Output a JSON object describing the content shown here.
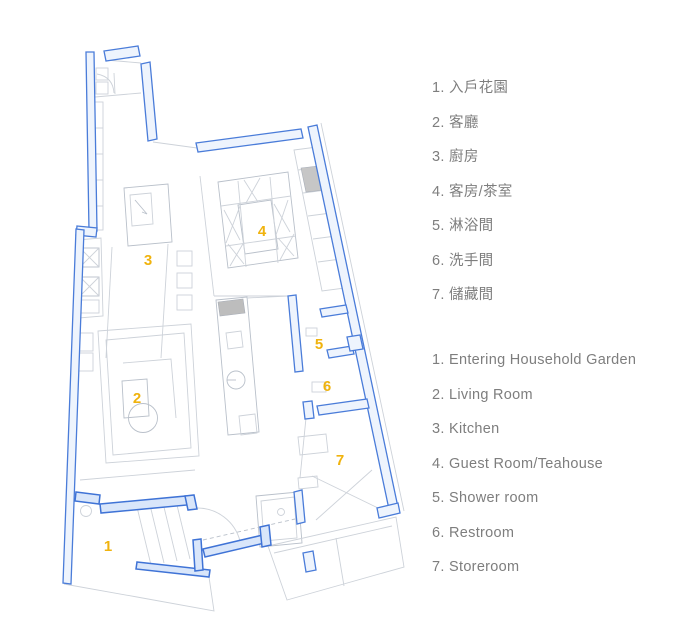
{
  "plan": {
    "rooms": [
      {
        "number": "1",
        "name_cn": "入戶花園",
        "name_en": "Entering Household Garden"
      },
      {
        "number": "2",
        "name_cn": "客廳",
        "name_en": "Living Room"
      },
      {
        "number": "3",
        "name_cn": "廚房",
        "name_en": "Kitchen"
      },
      {
        "number": "4",
        "name_cn": "客房/茶室",
        "name_en": "Guest Room/Teahouse"
      },
      {
        "number": "5",
        "name_cn": "淋浴間",
        "name_en": "Shower room"
      },
      {
        "number": "6",
        "name_cn": "洗手間",
        "name_en": "Restroom"
      },
      {
        "number": "7",
        "name_cn": "儲藏間",
        "name_en": "Storeroom"
      }
    ],
    "colors": {
      "wall_blue": "#4a7cd9",
      "wall_fill": "#eef4fd",
      "furniture_gray": "#cdd2d9",
      "room_number_orange": "#f0b30e",
      "legend_text_gray": "#7e7e7e",
      "background": "#ffffff"
    }
  },
  "legend": {
    "chinese_items": [
      "1. 入戶花園",
      "2. 客廳",
      "3. 廚房",
      "4. 客房/茶室",
      "5. 淋浴間",
      "6. 洗手間",
      "7. 儲藏間"
    ],
    "english_items": [
      "1. Entering Household Garden",
      "2. Living Room",
      "3. Kitchen",
      "4. Guest Room/Teahouse",
      "5. Shower room",
      "6. Restroom",
      "7. Storeroom"
    ]
  }
}
